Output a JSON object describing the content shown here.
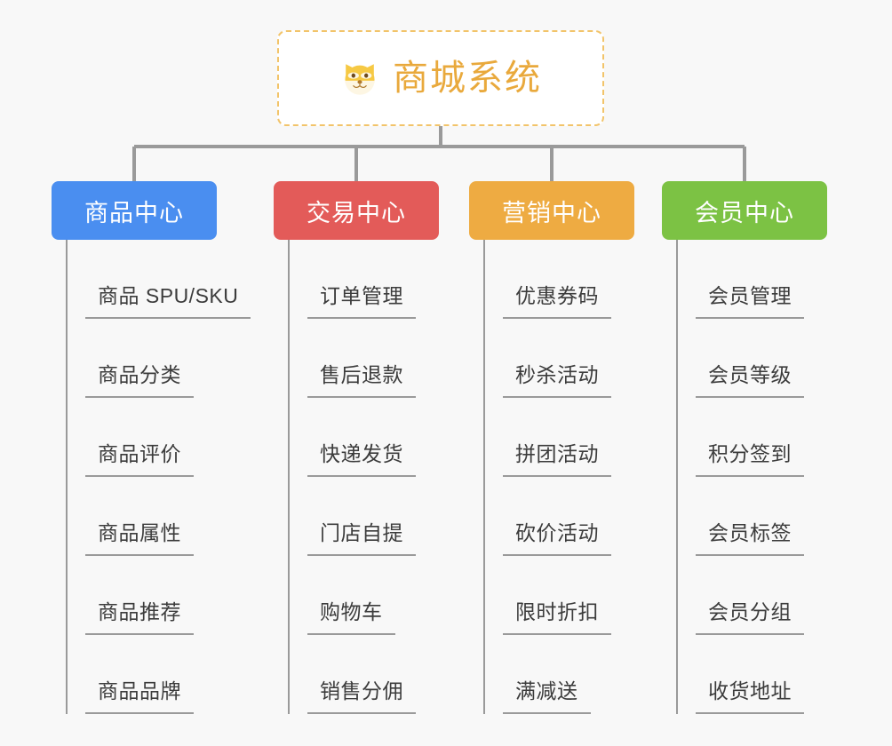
{
  "background_color": "#f8f8f8",
  "root": {
    "title": "商城系统",
    "icon": "dog-face-icon",
    "text_color": "#e9a93c",
    "border_color": "#f2c46a"
  },
  "connector_color": "#9a9a9a",
  "categories": [
    {
      "label": "商品中心",
      "color": "#4a8ef0",
      "items": [
        "商品 SPU/SKU",
        "商品分类",
        "商品评价",
        "商品属性",
        "商品推荐",
        "商品品牌"
      ]
    },
    {
      "label": "交易中心",
      "color": "#e35b59",
      "items": [
        "订单管理",
        "售后退款",
        "快递发货",
        "门店自提",
        "购物车",
        "销售分佣"
      ]
    },
    {
      "label": "营销中心",
      "color": "#eeab42",
      "items": [
        "优惠券码",
        "秒杀活动",
        "拼团活动",
        "砍价活动",
        "限时折扣",
        "满减送"
      ]
    },
    {
      "label": "会员中心",
      "color": "#7cc244",
      "items": [
        "会员管理",
        "会员等级",
        "积分签到",
        "会员标签",
        "会员分组",
        "收货地址"
      ]
    }
  ]
}
